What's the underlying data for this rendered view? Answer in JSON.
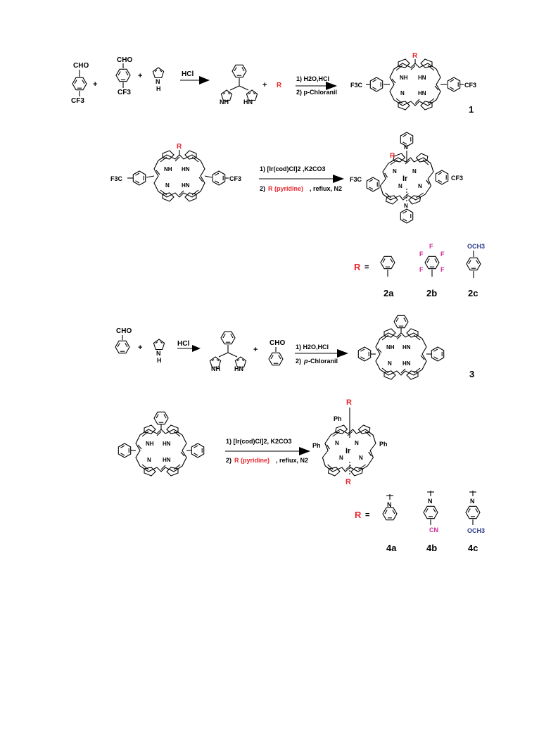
{
  "scheme": {
    "reaction1": {
      "reactant_labels": [
        "CHO",
        "CF3",
        "CHO",
        "CF3",
        "N",
        "H"
      ],
      "plus": "+",
      "acid": "HCl",
      "dipyrro_nh": [
        "NH",
        "HN"
      ],
      "r_label": "R",
      "step1": "1) H2O,HCl",
      "step2": "2) p-Chloranil",
      "product_aryl": [
        "F3C",
        "CF3"
      ],
      "product_nh": [
        "NH",
        "HN",
        "N",
        "HN"
      ],
      "compound": "1"
    },
    "reaction2": {
      "start_nh": [
        "NH",
        "HN",
        "N",
        "HN"
      ],
      "start_aryl": [
        "F3C",
        "CF3"
      ],
      "r_label": "R",
      "step1": "1) [Ir(cod)Cl]2 ,K2CO3",
      "step2_prefix": "2)",
      "step2_red": "R (pyridine)",
      "step2_suffix": ", refiux, N2",
      "metal": "Ir",
      "product_n": [
        "N",
        "N",
        "N",
        "N",
        "N",
        "N"
      ],
      "product_aryl": [
        "F3C",
        "CF3"
      ]
    },
    "r_group_set_1": {
      "r_label": "R",
      "equals": "=",
      "fluorine": "F",
      "methoxy": "OCH3",
      "compounds": [
        "2a",
        "2b",
        "2c"
      ]
    },
    "reaction3": {
      "reactant_labels": [
        "CHO",
        "N",
        "H",
        "CHO"
      ],
      "plus": "+",
      "acid": "HCl",
      "dipyrro_nh": [
        "NH",
        "HN"
      ],
      "step1": "1) H2O,HCl",
      "step2_prefix": "2)",
      "step2_italic": "p",
      "step2_suffix": "-Chloranil",
      "product_nh": [
        "NH",
        "HN",
        "N",
        "HN"
      ],
      "compound": "3"
    },
    "reaction4": {
      "start_nh": [
        "NH",
        "HN",
        "N",
        "HN"
      ],
      "step1": "1) [Ir(cod)Cl]2, K2CO3",
      "step2_prefix": "2)",
      "step2_red": "R (pyridine)",
      "step2_suffix": ", refiux, N2",
      "metal": "Ir",
      "ph_labels": [
        "Ph",
        "Ph",
        "Ph"
      ],
      "product_n": [
        "N",
        "N",
        "N",
        "N"
      ],
      "axial_r": [
        "R",
        "R"
      ]
    },
    "r_group_set_2": {
      "r_label": "R",
      "equals": "=",
      "n_labels": [
        "N",
        "N",
        "N"
      ],
      "cyano": "CN",
      "methoxy": "OCH3",
      "compounds": [
        "4a",
        "4b",
        "4c"
      ]
    }
  },
  "colors": {
    "accent_red": "#e8262e",
    "fluorine_magenta": "#d12a9a",
    "methoxy_blue": "#2b3a8c"
  }
}
